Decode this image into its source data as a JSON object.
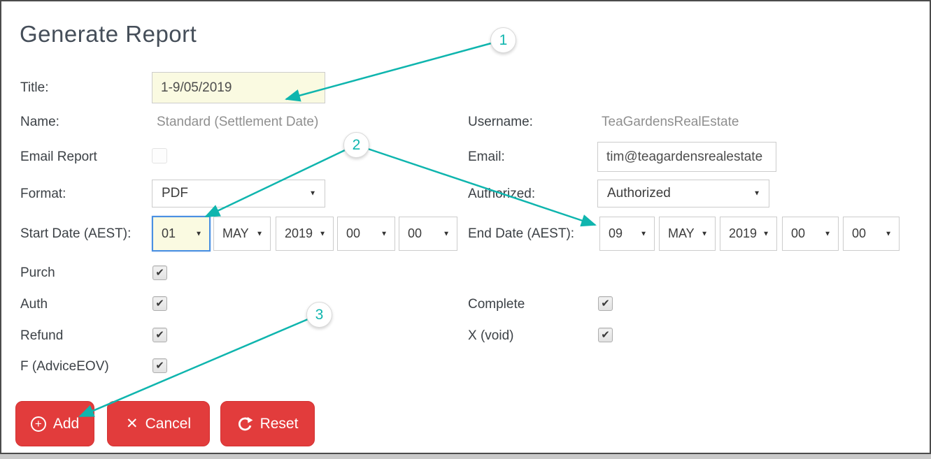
{
  "page": {
    "title": "Generate Report"
  },
  "colors": {
    "accent_teal": "#0fb5ae",
    "button_red": "#e23c3c",
    "highlight_yellow": "#fafae1",
    "focus_blue": "#4a90e2"
  },
  "icons": {
    "dropdown_arrow": "▼",
    "check": "✔",
    "plus": "+",
    "close": "✕"
  },
  "form": {
    "title_field": {
      "label": "Title:",
      "value": "1-9/05/2019"
    },
    "name_field": {
      "label": "Name:",
      "value": "Standard (Settlement Date)"
    },
    "username_field": {
      "label": "Username:",
      "value": "TeaGardensRealEstate"
    },
    "email_report": {
      "label": "Email Report",
      "checked": false
    },
    "email_field": {
      "label": "Email:",
      "value": "tim@teagardensrealestate"
    },
    "format_field": {
      "label": "Format:",
      "value": "PDF"
    },
    "authorized_field": {
      "label": "Authorized:",
      "value": "Authorized"
    },
    "start_date": {
      "label": "Start Date (AEST):",
      "day": "01",
      "month": "MAY",
      "year": "2019",
      "hour": "00",
      "minute": "00"
    },
    "end_date": {
      "label": "End Date (AEST):",
      "day": "09",
      "month": "MAY",
      "year": "2019",
      "hour": "00",
      "minute": "00"
    },
    "type_checkboxes": [
      {
        "label": "Purch",
        "checked": true
      },
      {
        "label": "Auth",
        "checked": true
      },
      {
        "label": "Refund",
        "checked": true
      },
      {
        "label": "F (AdviceEOV)",
        "checked": true
      }
    ],
    "status_checkboxes": [
      {
        "label": "Complete",
        "checked": true
      },
      {
        "label": "X (void)",
        "checked": true
      }
    ]
  },
  "buttons": {
    "add": "Add",
    "cancel": "Cancel",
    "reset": "Reset"
  },
  "annotations": [
    {
      "number": "1"
    },
    {
      "number": "2"
    },
    {
      "number": "3"
    }
  ]
}
